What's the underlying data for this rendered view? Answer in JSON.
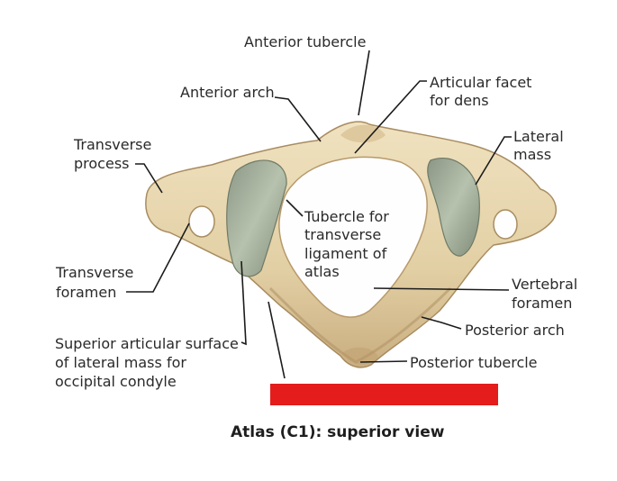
{
  "labels": {
    "anterior_tubercle": "Anterior tubercle",
    "anterior_arch": "Anterior arch",
    "articular_facet": [
      "Articular facet",
      "for dens"
    ],
    "lateral_mass": [
      "Lateral",
      "mass"
    ],
    "transverse_process": [
      "Transverse",
      "process"
    ],
    "tubercle_transverse_ligament": [
      "Tubercle for",
      "transverse",
      "ligament of",
      "atlas"
    ],
    "transverse_foramen": [
      "Transverse",
      "foramen"
    ],
    "vertebral_foramen": [
      "Vertebral",
      "foramen"
    ],
    "posterior_arch": "Posterior arch",
    "superior_articular_surface": [
      "Superior articular surface",
      "of lateral mass for",
      "occipital condyle"
    ],
    "posterior_tubercle": "Posterior tubercle"
  },
  "caption": "Atlas (C1): superior view",
  "colors": {
    "bone": "#e6d4ac",
    "bone_shadow": "#b89b6e",
    "facet": "#93a190",
    "redaction_bar": "#e41c1c"
  }
}
